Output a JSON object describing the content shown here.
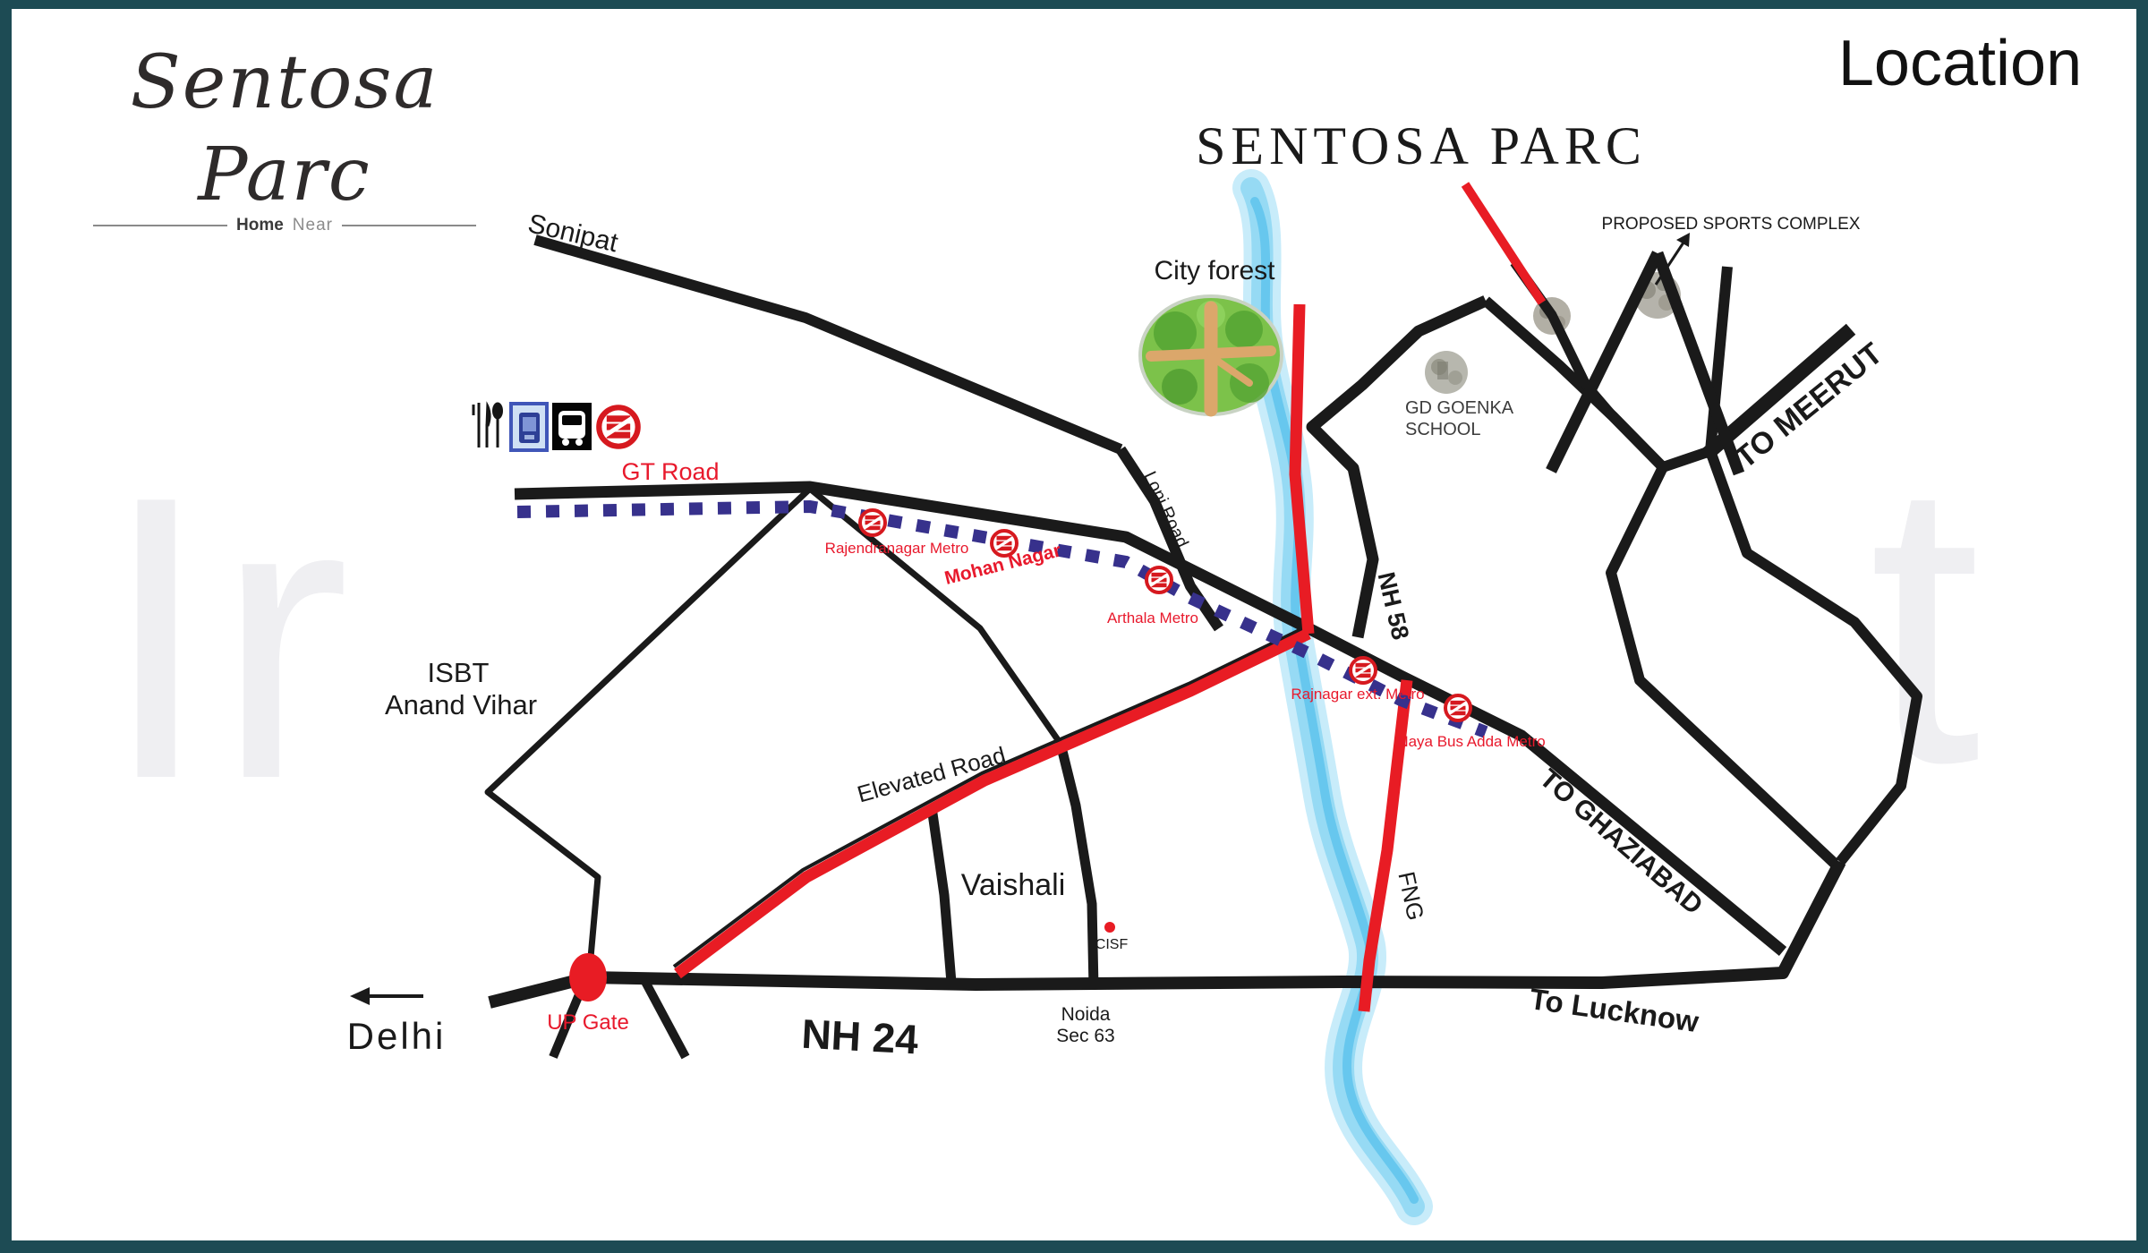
{
  "frame": {
    "border_color": "#1d4b54"
  },
  "header": {
    "logo_title": "Sentosa Parc",
    "logo_tagline_bold": "Home",
    "logo_tagline_light": "Near",
    "page_title": "Location"
  },
  "map": {
    "project_title": "SENTOSA PARC",
    "watermark": {
      "left": "Ir",
      "right": "t"
    },
    "colors": {
      "road": "#1a1a1a",
      "highlight_road": "#e81c24",
      "metro_dotted_line": "#37318c",
      "river": "#96daf4",
      "red_label": "#e8192c",
      "forest_green": "#7cc24a"
    },
    "places": {
      "sonipat": "Sonipat",
      "city_forest": "City forest",
      "proposed_sports_complex": "PROPOSED SPORTS COMPLEX",
      "gd_goenka_line1": "GD GOENKA",
      "gd_goenka_line2": "SCHOOL",
      "isbt_line1": "ISBT",
      "isbt_line2": "Anand Vihar",
      "vaishali": "Vaishali",
      "delhi": "Delhi",
      "up_gate": "UP Gate",
      "cisf": "CISF",
      "noida_line1": "Noida",
      "noida_line2": "Sec 63"
    },
    "roads": {
      "gt_road": "GT Road",
      "loni_road": "Loni Road",
      "nh_58": "NH 58",
      "nh_24": "NH 24",
      "fng": "FNG",
      "elevated_road": "Elevated Road",
      "to_meerut": "TO MEERUT",
      "to_ghaziabad": "TO GHAZIABAD",
      "to_lucknow": "To Lucknow"
    },
    "metro_stations": [
      {
        "name": "Rajendranagar Metro"
      },
      {
        "name": "Mohan Nagar"
      },
      {
        "name": "Arthala Metro"
      },
      {
        "name": "Rajnagar ext. Metro"
      },
      {
        "name": "Naya Bus Adda Metro"
      }
    ],
    "legend_icons": [
      "restaurant-icon",
      "metro-train-icon",
      "bus-icon",
      "delhi-metro-logo-icon"
    ]
  }
}
